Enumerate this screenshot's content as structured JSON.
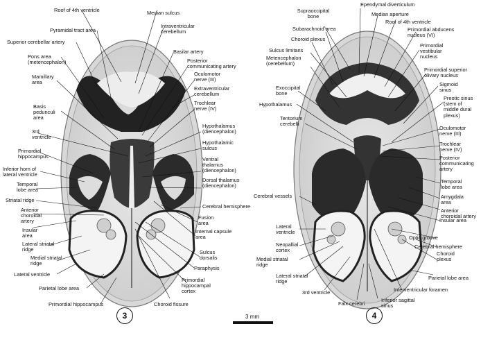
{
  "panel3": {
    "number": "3",
    "labels": {
      "roof_4th_ventricle": "Roof of 4th ventricle",
      "pyramidal_tract": "Pyramidal tract area",
      "sup_cerebellar_artery": "Superior cerebellar artery",
      "pons": "Pons area\n(metencephalon)",
      "mamillary": "Mamillary\narea",
      "basis_pedunculi": "Basis\npedunculi\narea",
      "third_ventricle": "3rd\nventricle",
      "prim_hippocampus": "Primordial\nhippocampus",
      "inferior_horn": "Inferior horn of\nlateral ventricle",
      "temporal_lobe": "Temporal\nlobe area",
      "striatal_ridge": "Striatal ridge",
      "ant_choroidal": "Anterior\nchoroidal\nartery",
      "insular": "Insular\narea",
      "lat_striatal": "Lateral striatal\nridge",
      "med_striatal": "Medial striatal\nridge",
      "lat_ventricle": "Lateral ventricle",
      "parietal_lobe": "Parietal lobe area",
      "prim_hippocampus_bottom": "Primordial hippocampus",
      "median_sulcus": "Median sulcus",
      "intraventricular": "Intraventricular\ncerebellum",
      "basilar": "Basilar artery",
      "post_comm": "Posterior\ncommunicating artery",
      "oculomotor": "Oculomotor\nnerve (III)",
      "extraventricular": "Extraventricular\ncerebellum",
      "trochlear": "Trochlear\nnerve (IV)",
      "hypothalamus": "Hypothalamus\n(diencephalon)",
      "hypothal_sulcus": "Hypothalamic\nsulcus",
      "ventral_thal": "Ventral\nthalamus\n(diencephalon)",
      "dorsal_thal": "Dorsal thalamus\n(diencephalon)",
      "cereb_hemisphere": "Cerebral hemisphere",
      "fusion": "Fusion\narea",
      "internal_capsule": "Internal capsule\narea",
      "sulcus_dorsalis": "Sulcus\ndorsalis",
      "paraphysis": "Paraphysis",
      "prim_hippo_cortex": "Primordial\nhippocampal\ncortex",
      "choroid_fissure": "Choroid fissure"
    }
  },
  "panel4": {
    "number": "4",
    "labels": {
      "supraoccipital": "Supraoccipital\nbone",
      "subarachnoid": "Subarachnoid area",
      "choroid_plexus_top": "Choroid plexus",
      "sulcus_limitans": "Sulcus limitans",
      "metencephalon": "Metencephalon\n(cerebellum)",
      "exoccipital": "Exoccipital\nbone",
      "hypothalamus": "Hypothalamus",
      "tentorium": "Tentorium\ncerebelli",
      "cerebral_vessels": "Cerebral vessels",
      "lat_ventricle": "Lateral\nventricle",
      "neopallial": "Neopallial\ncortex",
      "med_striatal": "Medial striatal\nridge",
      "lat_striatal": "Lateral striatal\nridge",
      "third_ventricle": "3rd ventricle",
      "falx": "Falx cerebri",
      "inf_sagittal": "Inferior sagittal\nsinus",
      "ependymal": "Ependymal diverticulum",
      "median_aperture": "Median aperture",
      "roof_4th": "Roof of 4th ventricle",
      "prim_abducens": "Primordial abducens\nnucleus (VI)",
      "prim_vestibular": "Primordial\nvestibular\nnucleus",
      "prim_sup_olivary": "Primordial superior\nolivary nucleus",
      "sigmoid": "Sigmoid\nsinus",
      "preotic": "Preotic sinus\n(stem of\nmiddle dural\nplexus)",
      "oculomotor": "Oculomotor\nnerve (III)",
      "trochlear": "Trochlear\nnerve (IV)",
      "post_comm": "Posterior\ncommunicating\nartery",
      "temporal_lobe": "Temporal\nlobe area",
      "amygdala": "Amygdala\narea",
      "ant_choroidal": "Anterior\nchoroidal artery",
      "insular": "Insular area",
      "optic_groove": "Optic groove",
      "cereb_hemisphere": "Cerebral hemisphere",
      "choroid_plexus": "Choroid\nplexus",
      "parietal_lobe": "Parietal lobe area",
      "interventricular": "Interventricular foramen"
    }
  },
  "scale_bar": {
    "label": "3 mm"
  }
}
